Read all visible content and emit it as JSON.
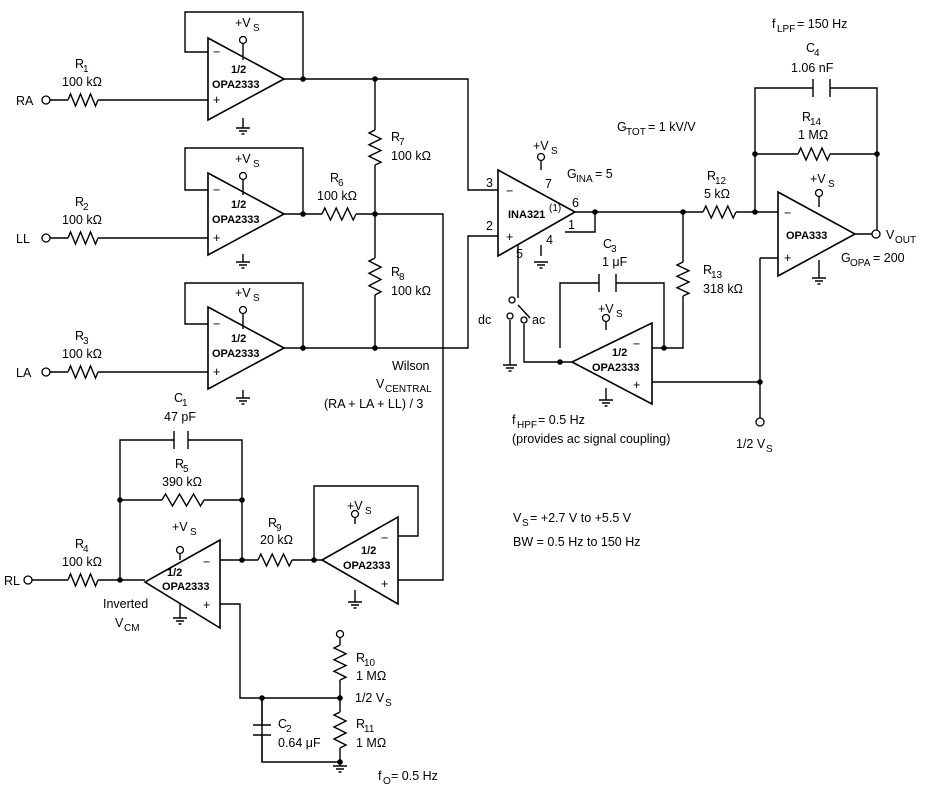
{
  "op1": {
    "frac": "1/2",
    "name": "OPA2333",
    "sup": "+V",
    "sub": "S",
    "minus": "−",
    "plus": "+"
  },
  "op2": {
    "frac": "1/2",
    "name": "OPA2333",
    "sup": "+V",
    "sub": "S",
    "minus": "−",
    "plus": "+"
  },
  "op3": {
    "frac": "1/2",
    "name": "OPA2333",
    "sup": "+V",
    "sub": "S",
    "minus": "−",
    "plus": "+"
  },
  "op4": {
    "frac": "1/2",
    "name": "OPA2333",
    "sup": "+V",
    "sub": "S",
    "minus": "−",
    "plus": "+"
  },
  "op5": {
    "frac": "1/2",
    "name": "OPA2333",
    "sup": "+V",
    "sub": "S",
    "minus": "−",
    "plus": "+"
  },
  "op6": {
    "frac": "1/2",
    "name": "OPA2333",
    "sup": "+V",
    "sub": "S",
    "minus": "−",
    "plus": "+"
  },
  "opa333": {
    "name": "OPA333",
    "sup": "+V",
    "sub": "S",
    "minus": "−",
    "plus": "+"
  },
  "ina": {
    "name": "INA321",
    "note": "(1)",
    "sup": "+V",
    "sub": "S",
    "minus": "−",
    "plus": "+",
    "pin3": "3",
    "pin2": "2",
    "pin7": "7",
    "pin6": "6",
    "pin4": "4",
    "pin5": "5",
    "pin1": "1"
  },
  "inputs": {
    "ra": "RA",
    "ll": "LL",
    "la": "LA",
    "rl": "RL"
  },
  "r1": {
    "name": "R",
    "sub": "1",
    "value": "100 kΩ"
  },
  "r2": {
    "name": "R",
    "sub": "2",
    "value": "100 kΩ"
  },
  "r3": {
    "name": "R",
    "sub": "3",
    "value": "100 kΩ"
  },
  "r4": {
    "name": "R",
    "sub": "4",
    "value": "100 kΩ"
  },
  "r5": {
    "name": "R",
    "sub": "5",
    "value": "390 kΩ"
  },
  "r6": {
    "name": "R",
    "sub": "6",
    "value": "100 kΩ"
  },
  "r7": {
    "name": "R",
    "sub": "7",
    "value": "100 kΩ"
  },
  "r8": {
    "name": "R",
    "sub": "8",
    "value": "100 kΩ"
  },
  "r9": {
    "name": "R",
    "sub": "9",
    "value": "20 kΩ"
  },
  "r10": {
    "name": "R",
    "sub": "10",
    "value": "1 MΩ"
  },
  "r11": {
    "name": "R",
    "sub": "11",
    "value": "1 MΩ"
  },
  "r12": {
    "name": "R",
    "sub": "12",
    "value": "5 kΩ"
  },
  "r13": {
    "name": "R",
    "sub": "13",
    "value": "318 kΩ"
  },
  "r14": {
    "name": "R",
    "sub": "14",
    "value": "1 MΩ"
  },
  "c1": {
    "name": "C",
    "sub": "1",
    "value": "47 pF"
  },
  "c2": {
    "name": "C",
    "sub": "2",
    "value": "0.64 μF"
  },
  "c3": {
    "name": "C",
    "sub": "3",
    "value": "1 μF"
  },
  "c4": {
    "name": "C",
    "sub": "4",
    "value": "1.06 nF"
  },
  "wilson": {
    "line1": "Wilson",
    "line2": "V",
    "line2_sub": "CENTRAL",
    "line3": "(RA + LA + LL) / 3"
  },
  "inverted": {
    "line1": "Inverted",
    "line2": "V",
    "line2_sub": "CM"
  },
  "half_vs_mid": {
    "text": "1/2 V",
    "sub": "S"
  },
  "half_vs_out": {
    "text": "1/2 V",
    "sub": "S"
  },
  "fo": {
    "text": "f",
    "sub": "O",
    "rest": " = 0.5 Hz"
  },
  "switch": {
    "dc": "dc",
    "ac": "ac"
  },
  "fhpf": {
    "text": "f",
    "sub": "HPF",
    "rest": " = 0.5 Hz",
    "line2": "(provides ac signal coupling)"
  },
  "flpf": {
    "text": "f",
    "sub": "LPF",
    "rest": " = 150 Hz"
  },
  "gtot": {
    "text": "G",
    "sub": "TOT",
    "rest": " = 1 kV/V"
  },
  "gina": {
    "text": "G",
    "sub": "INA",
    "rest": " = 5"
  },
  "gopa": {
    "text": "G",
    "sub": "OPA",
    "rest": " = 200"
  },
  "vout": {
    "text": "V",
    "sub": "OUT"
  },
  "vs_range": {
    "text": "V",
    "sub": "S",
    "rest": " = +2.7 V to +5.5 V"
  },
  "bw": {
    "text": "BW = 0.5 Hz to 150 Hz"
  }
}
